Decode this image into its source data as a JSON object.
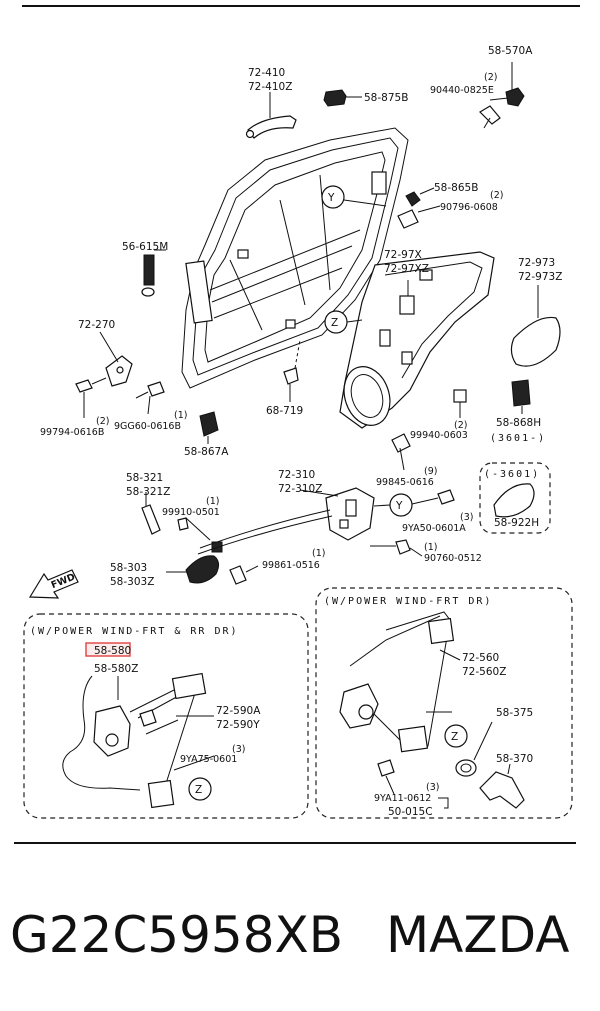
{
  "labels": {
    "p72_410": "72-410",
    "p72_410z": "72-410Z",
    "p58_875b": "58-875B",
    "p58_570a": "58-570A",
    "q2a": "(2)",
    "p90440": "90440-0825E",
    "p58_865b": "58-865B",
    "q2b": "(2)",
    "p90796": "90796-0608",
    "callout_y1": "Y",
    "p56_615m": "56-615M",
    "p72_97x": "72-97X",
    "p72_97xz": "72-97XZ",
    "p72_973": "72-973",
    "p72_973z": "72-973Z",
    "p72_270": "72-270",
    "callout_z1": "Z",
    "p68_719": "68-719",
    "q2c": "(2)",
    "q1a": "(1)",
    "p99794": "99794-0616B",
    "p9gg60": "9GG60-0616B",
    "p58_867a": "58-867A",
    "q2d": "(2)",
    "p99940": "99940-0603",
    "p58_868h": "58-868H",
    "code_3601a": "(3601-)",
    "p58_321": "58-321",
    "p58_321z": "58-321Z",
    "q1b": "(1)",
    "p99910": "99910-0501",
    "p72_310": "72-310",
    "p72_310z": "72-310Z",
    "q9": "(9)",
    "p99845": "99845-0616",
    "callout_y2": "Y",
    "q3a": "(3)",
    "p9ya50": "9YA50-0601A",
    "code_3601b": "(-3601)",
    "p58_922h": "58-922H",
    "q1c": "(1)",
    "p90760": "90760-0512",
    "p58_303": "58-303",
    "p58_303z": "58-303Z",
    "q1d": "(1)",
    "p99861": "99861-0516",
    "fwd": "FWD",
    "box_left_title": "(W/POWER WIND-FRT & RR DR)",
    "box_right_title": "(W/POWER WIND-FRT DR)",
    "p58_580": "58-580",
    "p58_580z": "58-580Z",
    "p72_590a": "72-590A",
    "p72_590y": "72-590Y",
    "q3b": "(3)",
    "p9ya75": "9YA75-0601",
    "callout_z2": "Z",
    "p72_560": "72-560",
    "p72_560z": "72-560Z",
    "p58_375": "58-375",
    "callout_z3": "Z",
    "p58_370": "58-370",
    "q3c": "(3)",
    "p9ya11": "9YA11-0612",
    "p50_015c": "50-015C"
  },
  "footer": {
    "part_number": "G22C5958XB",
    "brand": "MAZDA"
  },
  "colors": {
    "highlight": "#e04040",
    "line": "#111111"
  }
}
